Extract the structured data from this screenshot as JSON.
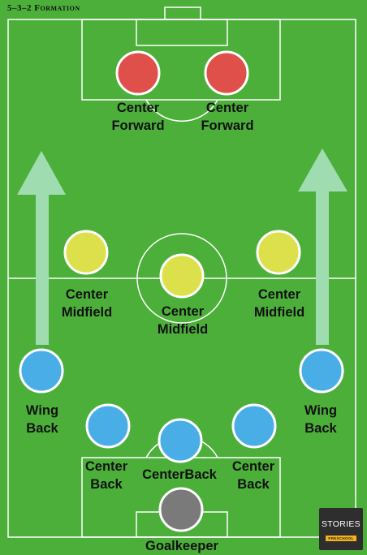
{
  "title": "5–3–2 Formation",
  "colors": {
    "grass": "#4caf3a",
    "lines": "#ffffff",
    "forward": "#e0504a",
    "midfield": "#dce04a",
    "defence": "#4aaee6",
    "goalkeeper": "#7a7a7a",
    "arrow": "#9fdcb0"
  },
  "players": {
    "forward_left": {
      "lines": [
        "Center",
        "Forward"
      ]
    },
    "forward_right": {
      "lines": [
        "Center",
        "Forward"
      ]
    },
    "mid_left": {
      "lines": [
        "Center",
        "Midfield"
      ]
    },
    "mid_center": {
      "lines": [
        "Center",
        "Midfield"
      ]
    },
    "mid_right": {
      "lines": [
        "Center",
        "Midfield"
      ]
    },
    "wingback_left": {
      "lines": [
        "Wing",
        "Back"
      ]
    },
    "wingback_right": {
      "lines": [
        "Wing",
        "Back"
      ]
    },
    "centerback_left": {
      "lines": [
        "Center",
        "Back"
      ]
    },
    "centerback_mid": {
      "lines": [
        "CenterBack"
      ]
    },
    "centerback_right": {
      "lines": [
        "Center",
        "Back"
      ]
    },
    "goalkeeper": {
      "lines": [
        "Goalkeeper"
      ]
    }
  },
  "logo": {
    "main": "STORIES",
    "sub": "PRESCHOOL"
  }
}
